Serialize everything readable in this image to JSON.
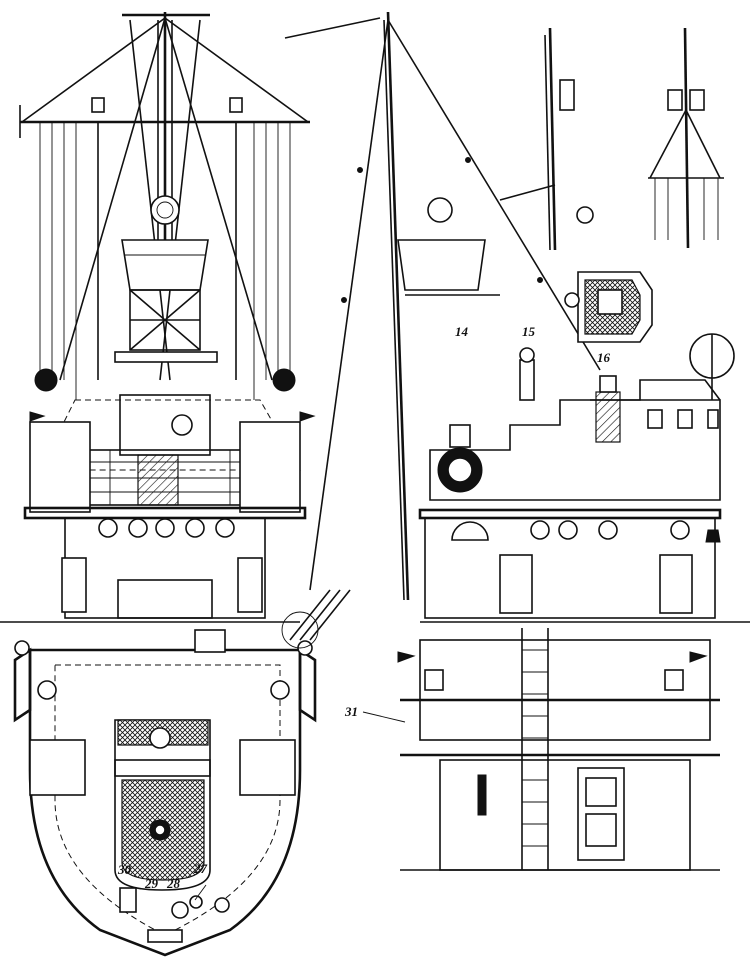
{
  "callouts": [
    {
      "id": "c14",
      "text": "14"
    },
    {
      "id": "c15",
      "text": "15"
    },
    {
      "id": "c16",
      "text": "16"
    },
    {
      "id": "c27",
      "text": "27"
    },
    {
      "id": "c28",
      "text": "28"
    },
    {
      "id": "c29",
      "text": "29"
    },
    {
      "id": "c30",
      "text": "30"
    },
    {
      "id": "c31",
      "text": "31"
    }
  ]
}
